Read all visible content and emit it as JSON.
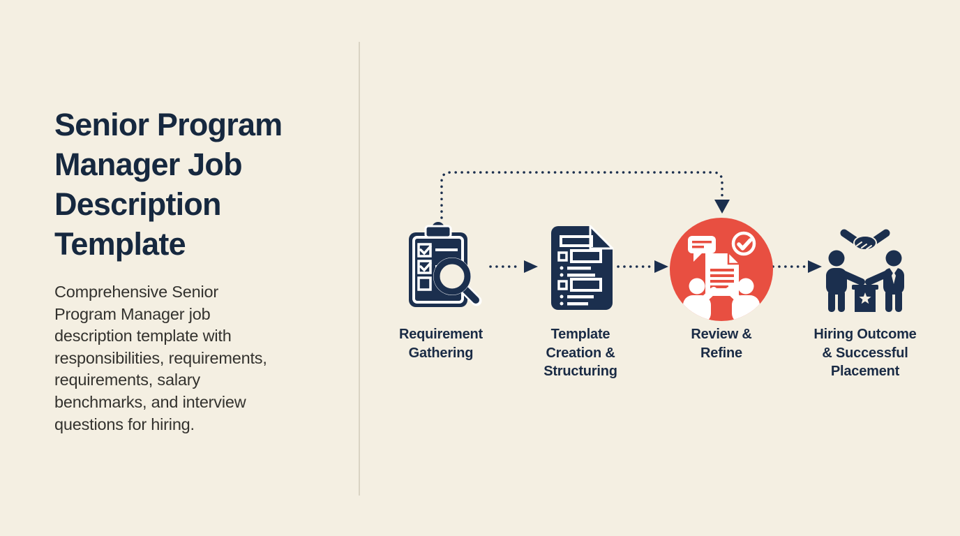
{
  "colors": {
    "background": "#f4efe2",
    "navy": "#1b2f4e",
    "red": "#e84f41",
    "divider": "#d9d3c3",
    "text": "#33322e"
  },
  "left_panel": {
    "title": "Senior Program\nManager Job\nDescription\nTemplate",
    "description": "Comprehensive Senior\nProgram Manager job\ndescription template with\nresponsibilities, requirements,\nrequirements, salary\nbenchmarks, and interview\nquestions for hiring."
  },
  "flow": {
    "steps": [
      {
        "label": "Requirement\nGathering",
        "icon": "clipboard-checklist-magnifier-icon"
      },
      {
        "label": "Template\nCreation &\nStructuring",
        "icon": "document-form-icon"
      },
      {
        "label": "Review &\nRefine",
        "icon": "review-discussion-icon",
        "highlight": "red-circle"
      },
      {
        "label": "Hiring Outcome\n& Successful\nPlacement",
        "icon": "handshake-hiring-icon"
      }
    ],
    "connector_style": "dotted-arrows",
    "feedback_loop": "step-1-to-step-3"
  }
}
